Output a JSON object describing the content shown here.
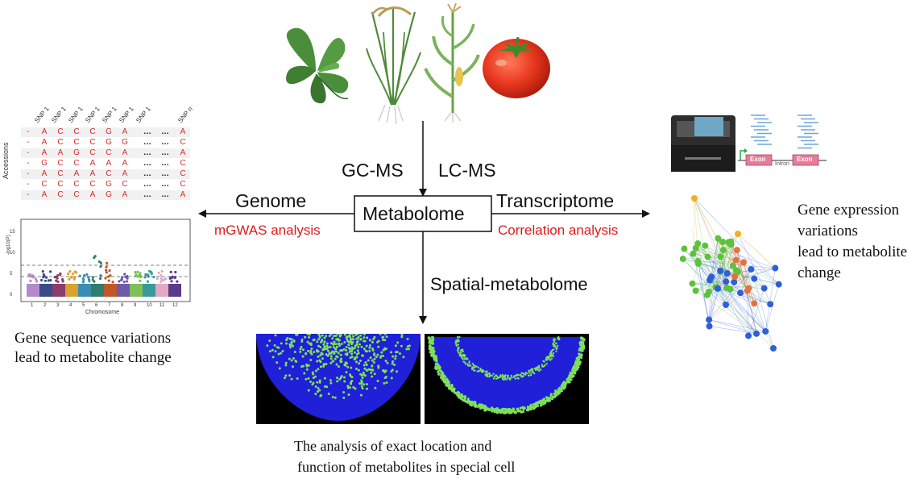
{
  "center": {
    "title": "Metabolome",
    "gcms": "GC-MS",
    "lcms": "LC-MS",
    "spatial": "Spatial-metabolome"
  },
  "left": {
    "title": "Genome",
    "analysis": "mGWAS analysis",
    "caption_line1": "Gene sequence variations",
    "caption_line2": "lead to metabolite change",
    "snp_table": {
      "side_label": "Accessions",
      "headers": [
        "SNP 1",
        "SNP 1",
        "SNP 1",
        "SNP 1",
        "SNP 1",
        "SNP 1",
        "SNP 1",
        "SNP n"
      ],
      "rows": [
        [
          "-",
          "A",
          "C",
          "C",
          "C",
          "G",
          "A",
          "…",
          "…",
          "A"
        ],
        [
          "-",
          "A",
          "C",
          "C",
          "C",
          "G",
          "G",
          "…",
          "…",
          "C"
        ],
        [
          "-",
          "A",
          "A",
          "G",
          "C",
          "C",
          "A",
          "…",
          "…",
          "A"
        ],
        [
          "-",
          "G",
          "C",
          "C",
          "A",
          "A",
          "A",
          "…",
          "…",
          "C"
        ],
        [
          "-",
          "A",
          "C",
          "A",
          "A",
          "C",
          "A",
          "…",
          "…",
          "C"
        ],
        [
          "-",
          "C",
          "C",
          "C",
          "C",
          "G",
          "C",
          "…",
          "…",
          "C"
        ],
        [
          "-",
          "A",
          "C",
          "C",
          "A",
          "G",
          "A",
          "…",
          "…",
          "A"
        ]
      ]
    },
    "manhattan": {
      "ylabel": "-log10(P)",
      "xlabel": "Chromosome",
      "yticks": [
        "15",
        "10",
        "5",
        "0"
      ],
      "xticks": [
        "1",
        "2",
        "3",
        "4",
        "5",
        "6",
        "7",
        "8",
        "9",
        "10",
        "11",
        "12"
      ]
    }
  },
  "right": {
    "title": "Transcriptome",
    "analysis": "Correlation analysis",
    "caption_lines": [
      "Gene expression",
      "variations",
      "lead to metabolite",
      "change"
    ],
    "exon_label": "Exon",
    "intron_label": "Intron"
  },
  "bottom": {
    "caption_line1": "The analysis of exact location and",
    "caption_line2": "function of metabolites in special cell"
  },
  "colors": {
    "red_text": "#e0191b",
    "arrow": "#111111",
    "spatial_bg": "#2020d8",
    "spatial_signal": "#7ee05a",
    "net_green": "#5cc23a",
    "net_blue": "#2f5fd6",
    "net_orange": "#e0733f",
    "net_yellow": "#f0b020"
  }
}
